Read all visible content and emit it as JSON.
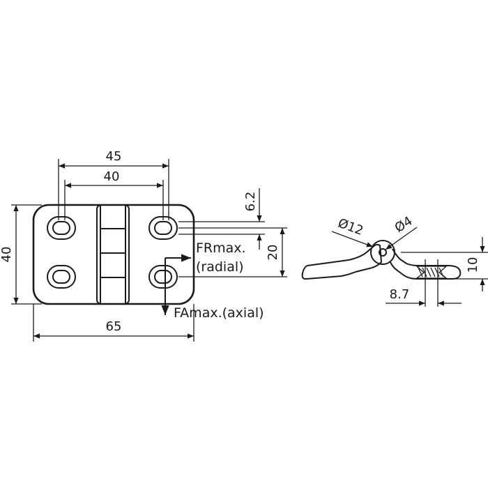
{
  "dimensions": {
    "overall_width": "45",
    "inner_width": "40",
    "total_length": "65",
    "height": "40",
    "slot_offset": "6.2",
    "hole_spacing": "20",
    "pin_diameter": "Ø12",
    "hole_diameter": "Ø4",
    "leaf_thickness": "10",
    "side_offset": "8.7"
  },
  "forces": {
    "radial_line1": "FRmax.",
    "radial_line2": "(radial)",
    "axial": "FAmax.(axial)"
  },
  "colors": {
    "line": "#1a1a1a",
    "background": "#ffffff"
  }
}
